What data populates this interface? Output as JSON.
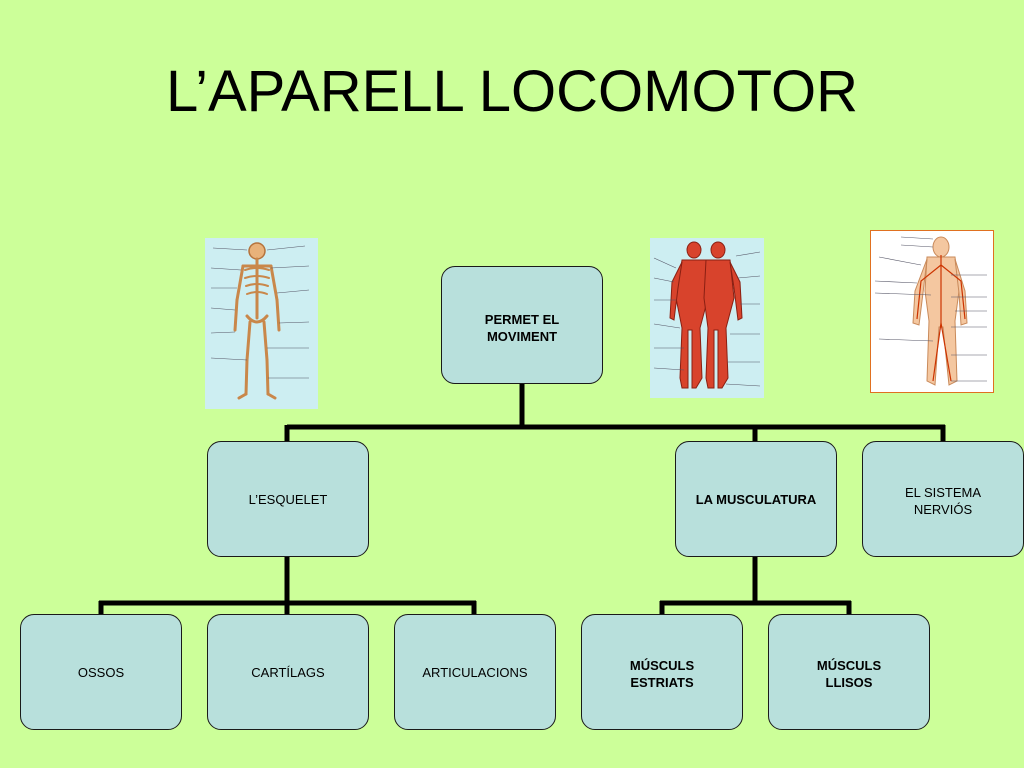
{
  "title": "L’APARELL LOCOMOTOR",
  "nodes": {
    "root": "PERMET EL\nMOVIMENT",
    "esquelet": "L’ESQUELET",
    "musculatura": "LA MUSCULATURA",
    "nervios": "EL SISTEMA\nNERVIÓS",
    "ossos": "OSSOS",
    "cartilags": "CARTÍLAGS",
    "articulacions": "ARTICULACIONS",
    "estriats": "MÚSCULS\nESTRIATS",
    "llisos": "MÚSCULS\nLLISOS"
  },
  "colors": {
    "background": "#ccff99",
    "node_fill": "#b8e0dc",
    "connector": "#000000",
    "bone": "#d9a066",
    "muscle": "#d8432c",
    "skin": "#f4c7a0",
    "nerve": "#cc3300"
  },
  "images": [
    "skeleton-chart-image",
    "muscle-chart-image",
    "nervous-system-chart-image"
  ]
}
